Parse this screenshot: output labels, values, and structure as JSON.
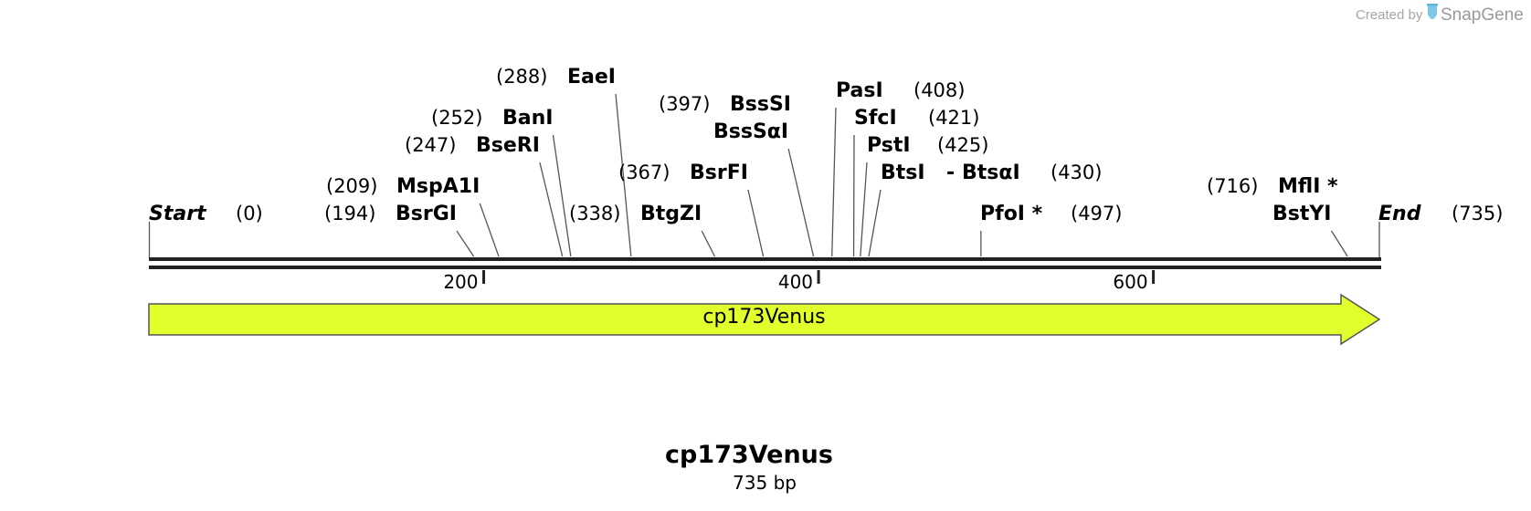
{
  "credit": {
    "prefix": "Created by",
    "brand": "SnapGene",
    "icon": "snapgene-tube-icon",
    "icon_color": "#7cc7ea"
  },
  "sequence": {
    "name": "cp173Venus",
    "length_label": "735 bp",
    "length": 735,
    "start_label": "Start",
    "start_pos": "(0)",
    "end_label": "End",
    "end_pos": "(735)"
  },
  "ruler": {
    "ticks": [
      {
        "value": 200,
        "label": "200"
      },
      {
        "value": 400,
        "label": "400"
      },
      {
        "value": 600,
        "label": "600"
      }
    ]
  },
  "feature": {
    "label": "cp173Venus",
    "start": 0,
    "end": 735,
    "direction": "forward",
    "color": "#e1ff2d"
  },
  "sites": [
    {
      "name": "BsrGI",
      "pos": "(194)",
      "site": 194
    },
    {
      "name": "MspA1I",
      "pos": "(209)",
      "site": 209
    },
    {
      "name": "BseRI",
      "pos": "(247)",
      "site": 247
    },
    {
      "name": "BanI",
      "pos": "(252)",
      "site": 252
    },
    {
      "name": "EaeI",
      "pos": "(288)",
      "site": 288
    },
    {
      "name": "BtgZI",
      "pos": "(338)",
      "site": 338
    },
    {
      "name": "BsrFI",
      "pos": "(367)",
      "site": 367
    },
    {
      "name": "BssSI",
      "pos": "(397)",
      "site": 397
    },
    {
      "name": "BssSαI",
      "pos": "",
      "site": 397
    },
    {
      "name": "PasI",
      "pos": "(408)",
      "site": 408
    },
    {
      "name": "SfcI",
      "pos": "(421)",
      "site": 421
    },
    {
      "name": "PstI",
      "pos": "(425)",
      "site": 425
    },
    {
      "name": "BtsI",
      "pos": "(430)",
      "site": 430
    },
    {
      "name": "BtsαI",
      "pos": "",
      "site": 430
    },
    {
      "name": "PfoI *",
      "pos": "(497)",
      "site": 497
    },
    {
      "name": "MflI *",
      "pos": "(716)",
      "site": 716
    },
    {
      "name": "BstYI",
      "pos": "",
      "site": 716
    }
  ],
  "site_separator": "-",
  "colors": {
    "backbone": "#222222",
    "leader": "#555555",
    "text": "#000000"
  }
}
